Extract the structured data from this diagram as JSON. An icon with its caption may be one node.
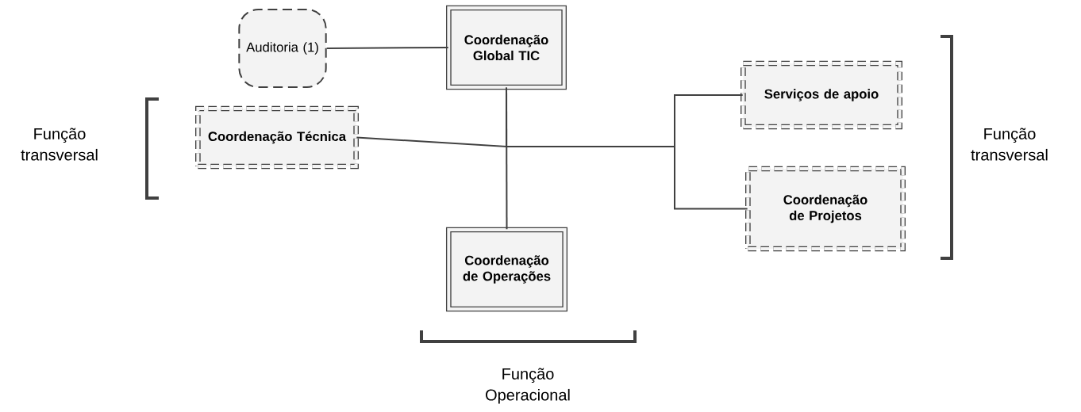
{
  "diagram": {
    "nodes": [
      {
        "text": [
          "Auditoria (1)"
        ]
      },
      {
        "text": [
          "Coordenação Global TIC"
        ]
      },
      {
        "text": [
          "Serviços de apoio"
        ]
      },
      {
        "text": [
          "Coordenação Técnica"
        ]
      },
      {
        "text": [
          "Coordenação de Projetos"
        ]
      },
      {
        "text": [
          "Coordenação de Operações"
        ]
      }
    ],
    "edges": [
      {
        "from": 0,
        "to": 1,
        "arrow": "none"
      },
      {
        "from": 1,
        "to": 5,
        "arrow": "none"
      },
      {
        "from": 1,
        "to": 3,
        "arrow": "none"
      },
      {
        "from": 1,
        "to": 2,
        "arrow": "none"
      },
      {
        "from": 1,
        "to": 4,
        "arrow": "none"
      }
    ],
    "labels": [
      "Função transversal",
      "Função transversal",
      "Função Operacional"
    ]
  }
}
